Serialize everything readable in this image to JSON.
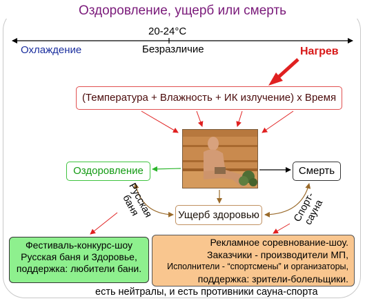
{
  "title": "Оздоровление, ущерб или смерть",
  "scale": {
    "center_label": "20-24°C",
    "left_label": "Охлаждение",
    "middle_label": "Безразличие",
    "right_label": "Нагрев"
  },
  "formula": "(Температура + Влажность + ИК излучение) х Время",
  "nodes": {
    "health": "Оздоровление",
    "death": "Смерть",
    "damage": "Ущерб здоровью"
  },
  "rotated": {
    "russian_bath": [
      "Русская",
      "баня"
    ],
    "sport_sauna": [
      "Спорт-",
      "сауна"
    ]
  },
  "festival_box": {
    "lines": [
      "Фестиваль-конкурс-шоу",
      "Русская баня  и Здоровье,",
      "поддержка: любители бани."
    ]
  },
  "ad_box": {
    "lines": [
      "Рекламное соревнование-шоу.",
      "Заказчики - производители МП,",
      "Исполнители - “спортсмены” и организаторы,",
      "поддержка: зрители-болельщики."
    ]
  },
  "footer": "есть нейтралы, и есть  противники сауна-спорта",
  "colors": {
    "title": "#7a1a7a",
    "cool": "#1a2e9e",
    "heat": "#d81818",
    "health": "#3ec33e",
    "festival_fill": "#8ef08e",
    "ad_fill": "#f9c68f",
    "damage_border": "#c09060"
  }
}
